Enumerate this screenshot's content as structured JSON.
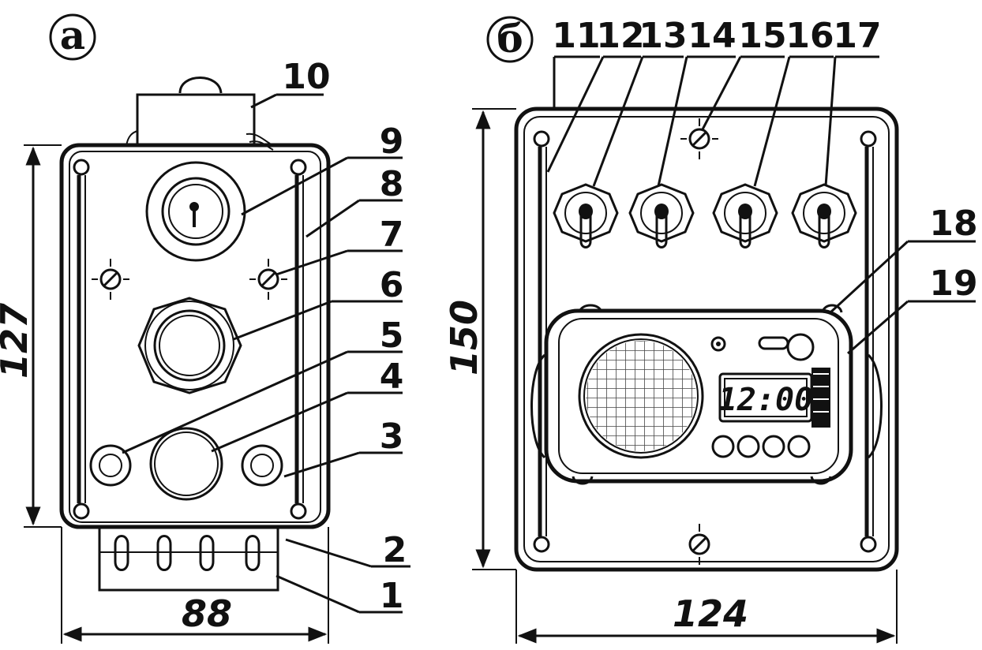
{
  "panel_a": {
    "letter": "а",
    "callouts": [
      "1",
      "2",
      "3",
      "4",
      "5",
      "6",
      "7",
      "8",
      "9",
      "10"
    ],
    "dim_height": "127",
    "dim_width": "88"
  },
  "panel_b": {
    "letter": "б",
    "callouts": [
      "11",
      "12",
      "13",
      "14",
      "15",
      "16",
      "17",
      "18",
      "19"
    ],
    "dim_height": "150",
    "dim_width": "124",
    "clock_display": "12:00"
  },
  "colors": {
    "ink": "#111111",
    "paper": "#ffffff"
  }
}
